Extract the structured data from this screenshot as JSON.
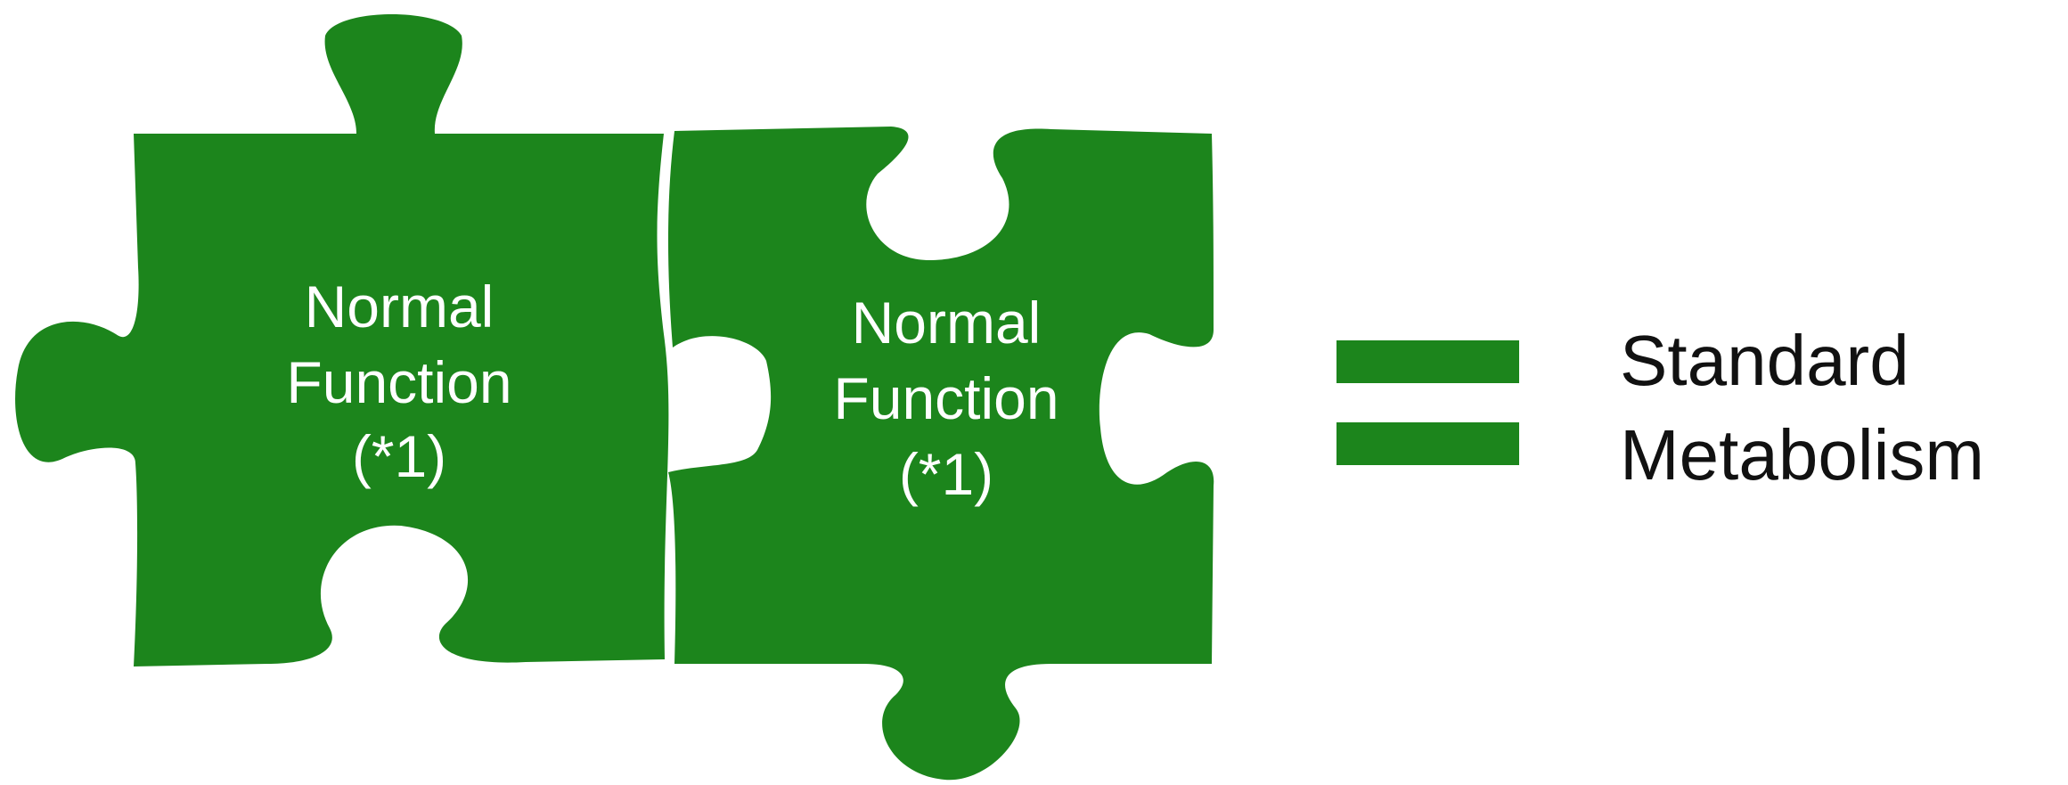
{
  "colors": {
    "piece_fill": "#1c851c",
    "piece_label_text": "#ffffff",
    "result_text": "#111111",
    "background": "#ffffff"
  },
  "left_piece": {
    "line1": "Normal",
    "line2": "Function",
    "line3": "(*1)"
  },
  "right_piece": {
    "line1": "Normal",
    "line2": "Function",
    "line3": "(*1)"
  },
  "operator": {
    "icon": "equals-sign-icon"
  },
  "result": {
    "line1": "Standard",
    "line2": "Metabolism"
  }
}
